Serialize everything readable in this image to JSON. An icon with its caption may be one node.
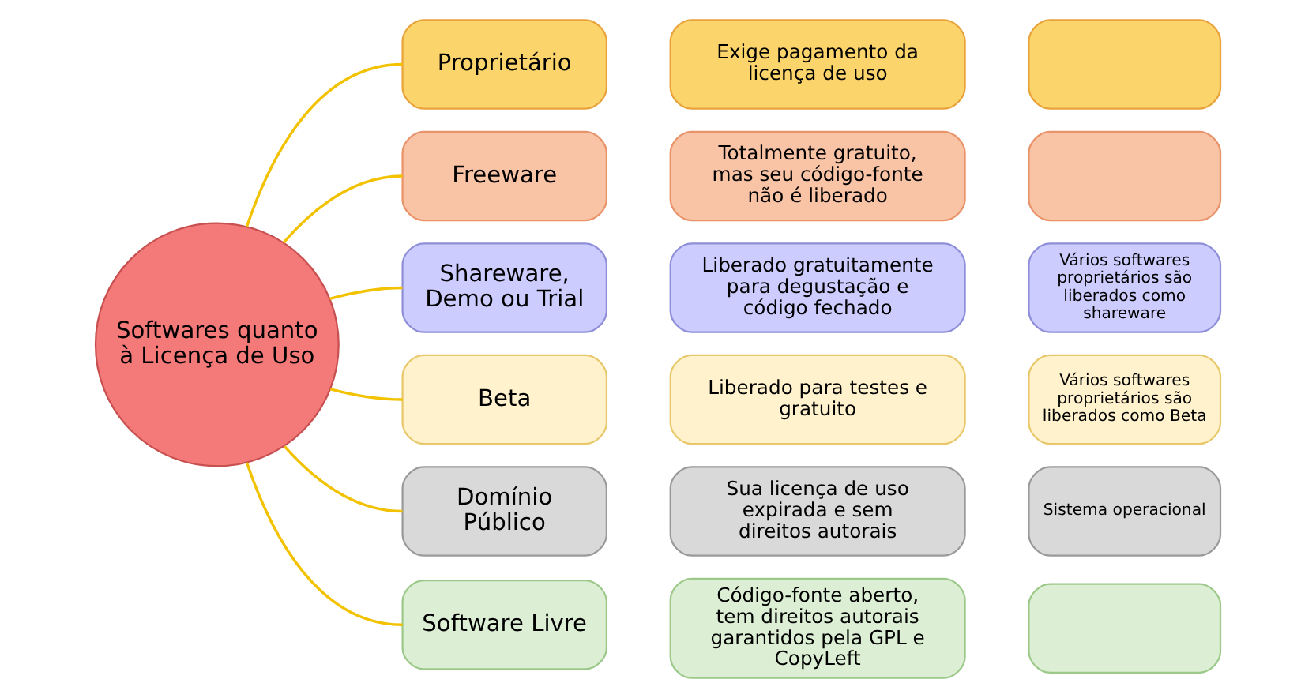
{
  "diagram": {
    "nodes": [
      {
        "text": [
          "Softwares quanto à Licença de Uso"
        ]
      },
      {
        "text": [
          "Proprietário"
        ]
      },
      {
        "text": [
          "Exige pagamento da licença de uso"
        ]
      },
      {
        "text": [],
        "shape": "box"
      },
      {
        "text": [
          "Freeware"
        ]
      },
      {
        "text": [
          "Totalmente gratuito, mas seu código-fonte não é liberado"
        ]
      },
      {
        "text": [],
        "shape": "box"
      },
      {
        "text": [
          "Shareware, Demo ou Trial"
        ]
      },
      {
        "text": [
          "Liberado gratuitamente para degustação e código fechado"
        ]
      },
      {
        "text": [
          "Vários softwares proprietários são liberados como shareware"
        ]
      },
      {
        "text": [
          "Beta"
        ]
      },
      {
        "text": [
          "Liberado para testes e gratuito"
        ]
      },
      {
        "text": [
          "Vários softwares proprietários são liberados como Beta"
        ]
      },
      {
        "text": [
          "Domínio Público"
        ]
      },
      {
        "text": [
          "Sua licença de uso expirada e sem direitos autorais"
        ]
      },
      {
        "text": [
          "Sistema operacional"
        ]
      },
      {
        "text": [
          "Software Livre"
        ]
      },
      {
        "text": [
          "Código-fonte aberto, tem direitos autorais garantidos pela GPL e CopyLeft"
        ]
      },
      {
        "text": [],
        "shape": "box"
      }
    ],
    "edges": [
      {
        "from": 0,
        "to": 1,
        "arrow": "none"
      },
      {
        "from": 0,
        "to": 4,
        "arrow": "none"
      },
      {
        "from": 0,
        "to": 7,
        "arrow": "none"
      },
      {
        "from": 0,
        "to": 10,
        "arrow": "none"
      },
      {
        "from": 0,
        "to": 13,
        "arrow": "none"
      },
      {
        "from": 0,
        "to": 16,
        "arrow": "none"
      }
    ]
  }
}
